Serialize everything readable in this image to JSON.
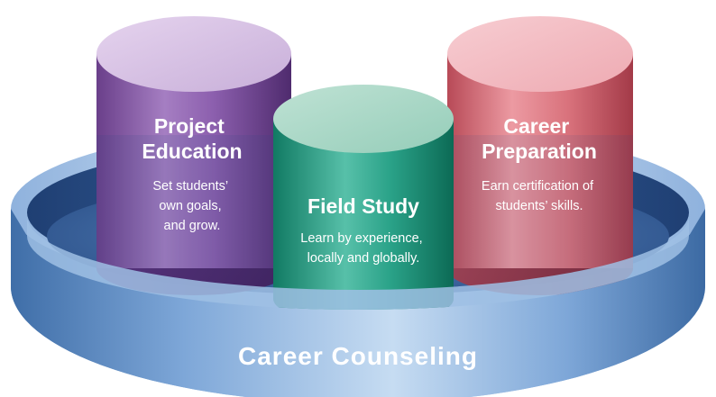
{
  "diagram": {
    "base": {
      "label": "Career Counseling",
      "color": "#4f86c6"
    },
    "pillars": {
      "project": {
        "title_lines": [
          "Project",
          "Education"
        ],
        "desc_lines": [
          "Set students’",
          "own goals,",
          "and grow."
        ],
        "color": "#8a5aa6"
      },
      "field": {
        "title_lines": [
          "Field Study"
        ],
        "desc_lines": [
          "Learn by experience,",
          "locally and globally."
        ],
        "color": "#2f9e86"
      },
      "career": {
        "title_lines": [
          "Career",
          "Preparation"
        ],
        "desc_lines": [
          "Earn certification of",
          "students’ skills."
        ],
        "color": "#d96b73"
      }
    }
  }
}
